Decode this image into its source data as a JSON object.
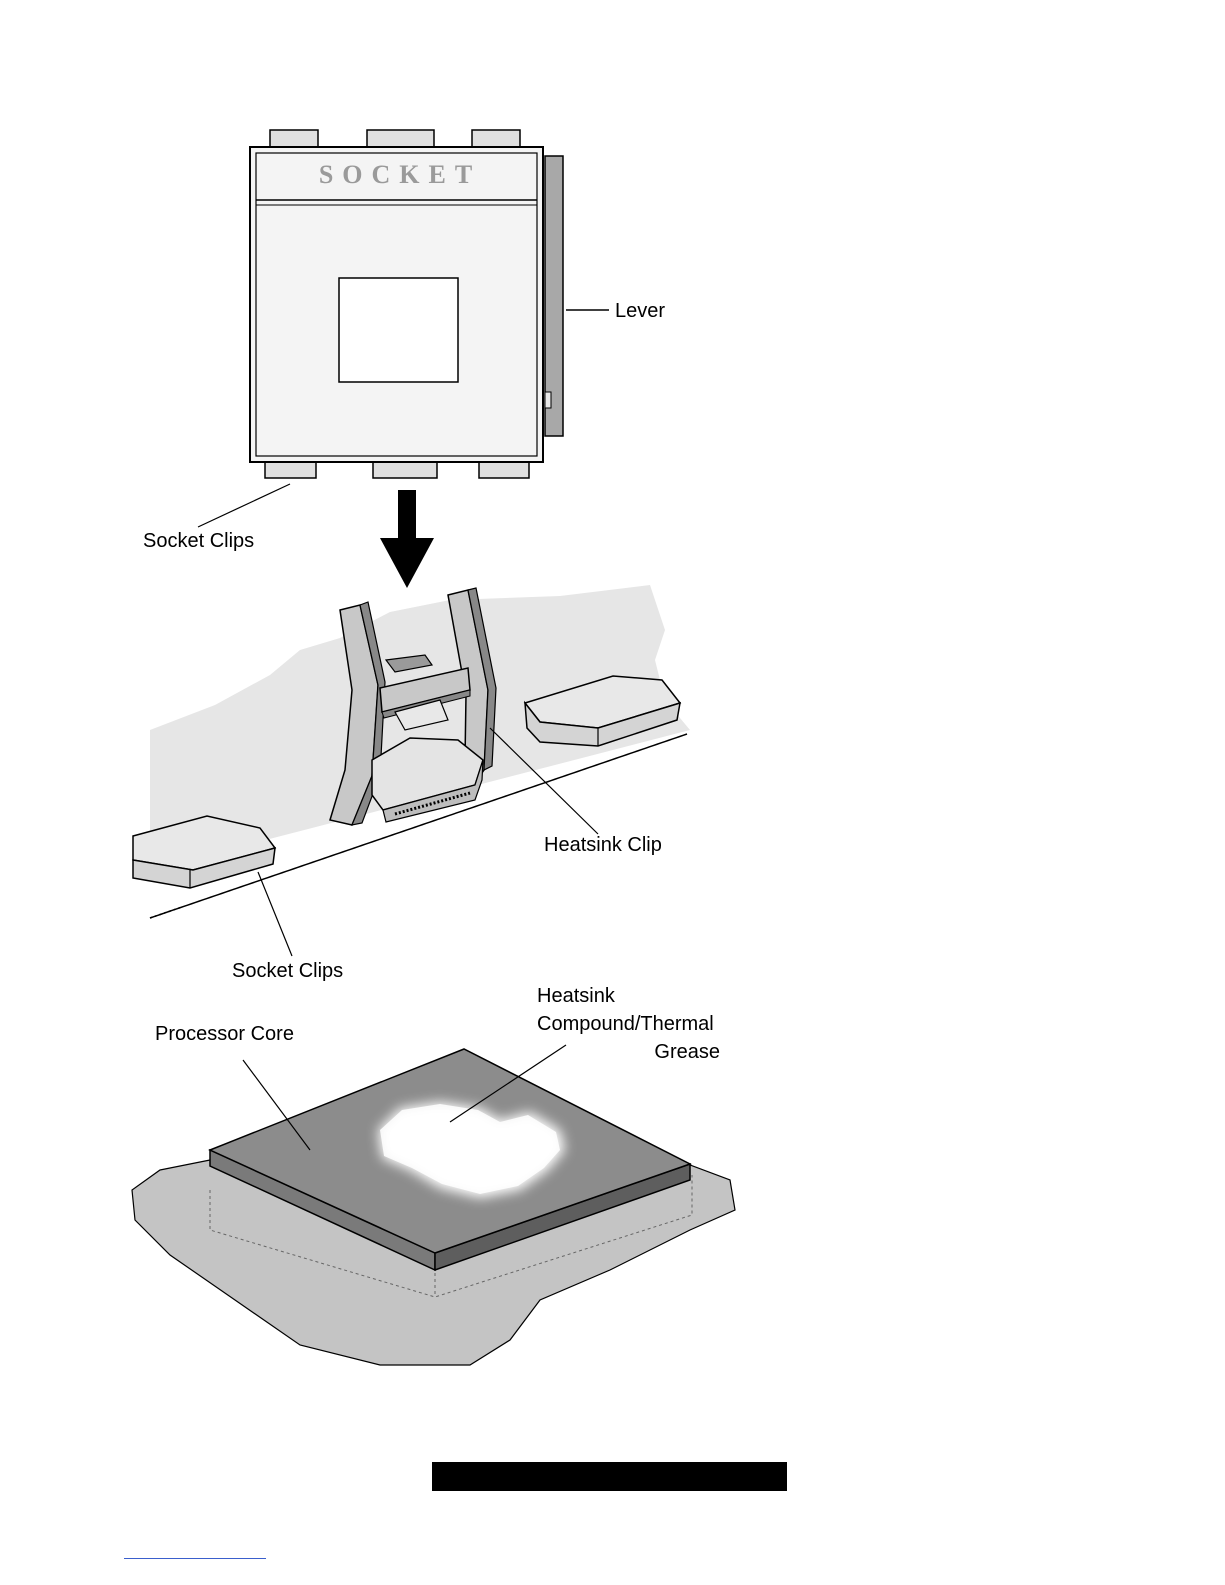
{
  "socket": {
    "title": "SOCKET"
  },
  "labels": {
    "lever": "Lever",
    "socket_clips_top": "Socket Clips",
    "heatsink_clip": "Heatsink Clip",
    "socket_clips_bottom": "Socket Clips",
    "processor_core": "Processor Core",
    "thermal_grease_line1": "Heatsink",
    "thermal_grease_line2": "Compound/Thermal",
    "thermal_grease_line3": "Grease"
  },
  "colors": {
    "line": "#000000",
    "socket_fill": "#f4f4f4",
    "lever_fill": "#a8a8a8",
    "board_fill": "#e6e6e6",
    "clip_fill": "#c8c8c8",
    "chip_top": "#8c8c8c",
    "chip_side": "#6a6a6a",
    "substrate": "#c4c4c4"
  }
}
